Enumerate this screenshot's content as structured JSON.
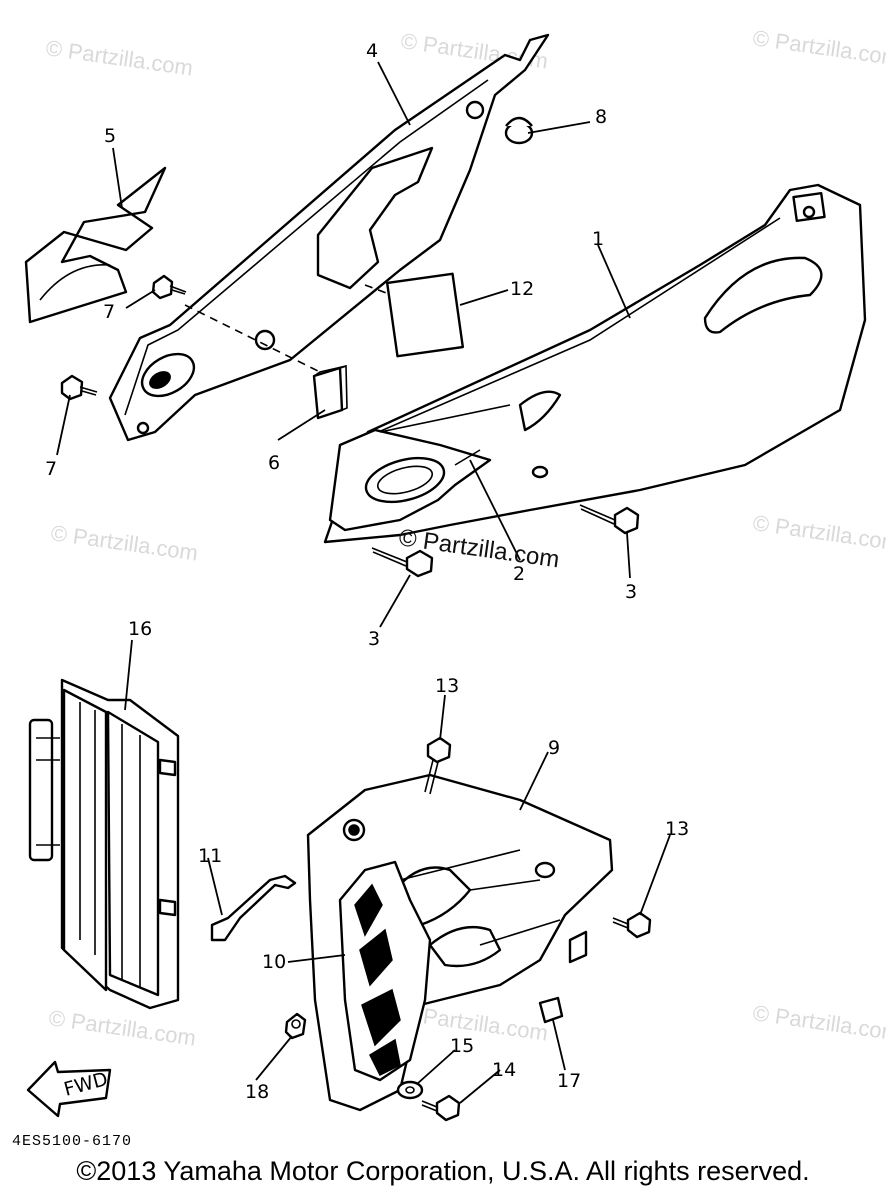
{
  "watermark": {
    "text": "© Partzilla.com",
    "center_text": "© Partzilla.com"
  },
  "callouts": {
    "p1": "1",
    "p2": "2",
    "p3a": "3",
    "p3b": "3",
    "p4": "4",
    "p5": "5",
    "p6": "6",
    "p7a": "7",
    "p7b": "7",
    "p8": "8",
    "p9": "9",
    "p10": "10",
    "p11": "11",
    "p12": "12",
    "p13a": "13",
    "p13b": "13",
    "p14": "14",
    "p15": "15",
    "p16": "16",
    "p17": "17",
    "p18": "18"
  },
  "fwd_label": "FWD",
  "diagram_code": "4ES5100-6170",
  "copyright": "©2013 Yamaha Motor Corporation, U.S.A. All rights reserved."
}
